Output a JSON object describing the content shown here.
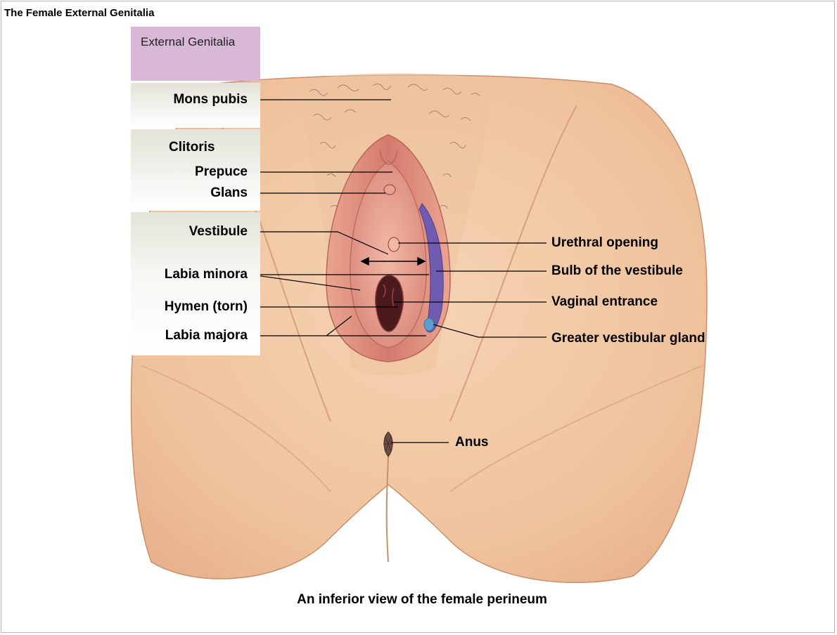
{
  "slide_title": "The Female External Genitalia",
  "panel": {
    "header": "External Genitalia"
  },
  "labels": {
    "mons_pubis": "Mons pubis",
    "clitoris": "Clitoris",
    "prepuce": "Prepuce",
    "glans": "Glans",
    "vestibule": "Vestibule",
    "labia_minora": "Labia minora",
    "hymen": "Hymen (torn)",
    "labia_majora": "Labia majora",
    "urethral_opening": "Urethral opening",
    "bulb_of_vestibule": "Bulb of the vestibule",
    "vaginal_entrance": "Vaginal entrance",
    "greater_vestibular_gland": "Greater vestibular gland",
    "anus": "Anus"
  },
  "caption": "An inferior view of the female perineum",
  "colors": {
    "panel_header": "#d9b7d6",
    "skin": "#f2c9a4",
    "labia": "#d9877b",
    "bulb": "#6f5cb0",
    "gland": "#5a9fcf"
  }
}
